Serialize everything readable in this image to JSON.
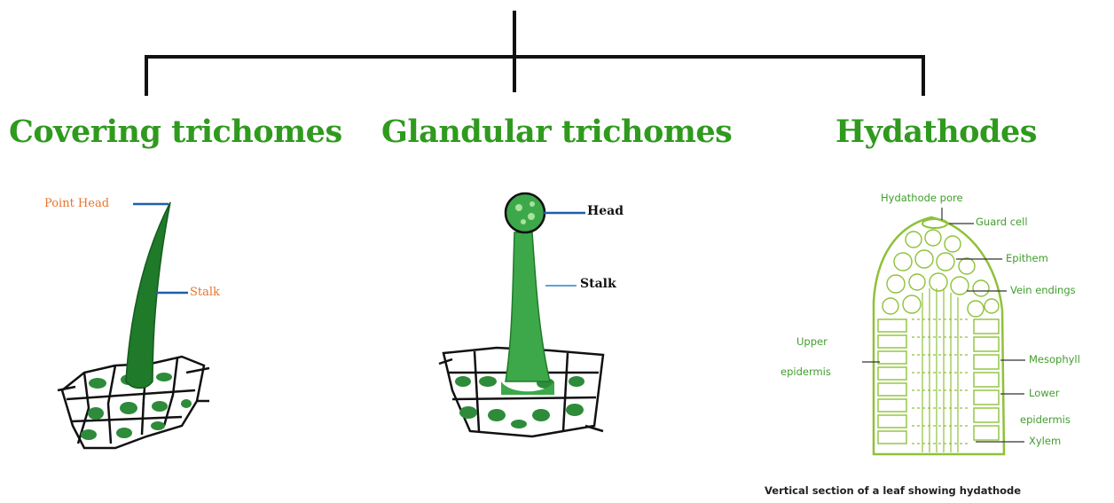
{
  "headings": {
    "covering": "Covering trichomes",
    "glandular": "Glandular trichomes",
    "hydathodes": "Hydathodes"
  },
  "covering_labels": {
    "point_head": "Point Head",
    "stalk": "Stalk"
  },
  "glandular_labels": {
    "head": "Head",
    "stalk": "Stalk"
  },
  "hydathode_labels": {
    "pore": "Hydathode pore",
    "guard_cell": "Guard cell",
    "epithem": "Epithem",
    "vein_endings": "Vein endings",
    "upper_epidermis_1": "Upper",
    "upper_epidermis_2": "epidermis",
    "mesophyll": "Mesophyll",
    "lower_epidermis_1": "Lower",
    "lower_epidermis_2": "epidermis",
    "xylem": "Xylem",
    "caption": "Vertical section of a leaf  showing hydathode"
  },
  "colors": {
    "heading": "#2f9a1e",
    "leader_blue": "#1f5fa8",
    "cell_green": "#2e8b3a",
    "hydathode_green": "#8fc13a"
  }
}
